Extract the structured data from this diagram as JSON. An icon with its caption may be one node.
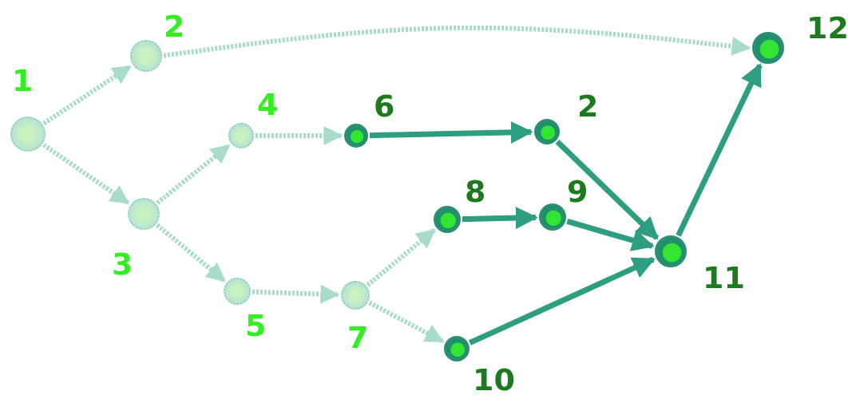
{
  "diagram": {
    "nodes": [
      {
        "text": [
          "1"
        ]
      },
      {
        "text": [
          "2"
        ]
      },
      {
        "text": [
          "4"
        ]
      },
      {
        "text": [
          "6"
        ]
      },
      {
        "text": [
          "2"
        ]
      },
      {
        "text": [
          "3"
        ]
      },
      {
        "text": [
          "5"
        ]
      },
      {
        "text": [
          "7"
        ]
      },
      {
        "text": [
          "8"
        ]
      },
      {
        "text": [
          "9"
        ]
      },
      {
        "text": [
          "10"
        ]
      },
      {
        "text": [
          "11"
        ]
      },
      {
        "text": [
          "12"
        ]
      }
    ],
    "edges": [
      {
        "from": 0,
        "to": 1,
        "arrow": "to",
        "style": "dashed"
      },
      {
        "from": 0,
        "to": 5,
        "arrow": "to",
        "style": "dashed"
      },
      {
        "from": 1,
        "to": 12,
        "arrow": "to",
        "style": "dashed"
      },
      {
        "from": 5,
        "to": 2,
        "arrow": "to",
        "style": "dashed"
      },
      {
        "from": 5,
        "to": 6,
        "arrow": "to",
        "style": "dashed"
      },
      {
        "from": 2,
        "to": 3,
        "arrow": "to",
        "style": "dashed"
      },
      {
        "from": 3,
        "to": 4,
        "arrow": "to",
        "color": "#2e9e80"
      },
      {
        "from": 4,
        "to": 11,
        "arrow": "to",
        "color": "#2e9e80"
      },
      {
        "from": 6,
        "to": 7,
        "arrow": "to",
        "style": "dashed"
      },
      {
        "from": 7,
        "to": 8,
        "arrow": "to",
        "style": "dashed"
      },
      {
        "from": 7,
        "to": 10,
        "arrow": "to",
        "style": "dashed"
      },
      {
        "from": 8,
        "to": 9,
        "arrow": "to",
        "color": "#2e9e80"
      },
      {
        "from": 9,
        "to": 11,
        "arrow": "to",
        "color": "#2e9e80"
      },
      {
        "from": 10,
        "to": 11,
        "arrow": "to",
        "color": "#2e9e80"
      },
      {
        "from": 11,
        "to": 12,
        "arrow": "to",
        "color": "#2e9e80"
      }
    ]
  }
}
